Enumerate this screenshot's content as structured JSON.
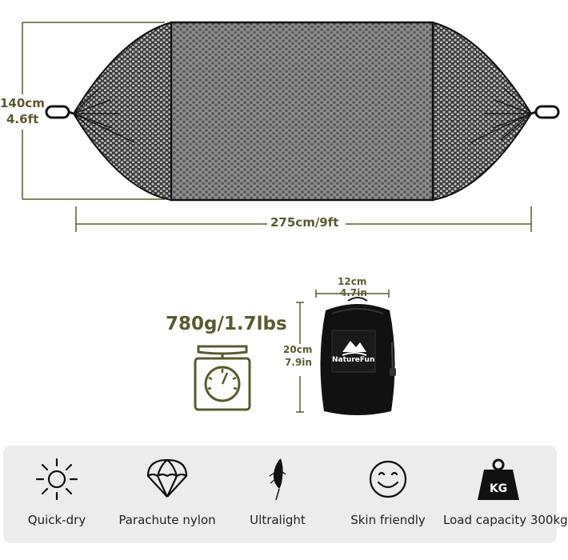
{
  "hammock": {
    "width_label": "140cm",
    "width_label_ft": "4.6ft",
    "length_label": "275cm/9ft"
  },
  "bag": {
    "width_cm": "12cm",
    "width_in": "4.7in",
    "height_cm": "20cm",
    "height_in": "7.9in",
    "brand": "NatureFun"
  },
  "weight": {
    "label": "780g/1.7lbs",
    "scale_icon": "kitchen-scale-icon"
  },
  "features": [
    {
      "icon": "sun-icon",
      "label": "Quick-dry"
    },
    {
      "icon": "parachute-icon",
      "label": "Parachute nylon"
    },
    {
      "icon": "feather-icon",
      "label": "Ultralight"
    },
    {
      "icon": "smile-icon",
      "label": "Skin friendly"
    },
    {
      "icon": "weight-icon",
      "label": "Load capacity 300kg",
      "badge": "KG"
    }
  ],
  "colors": {
    "dimension": "#5b5a2f",
    "panel": "#ececec",
    "mesh": "#9a9a9a"
  }
}
